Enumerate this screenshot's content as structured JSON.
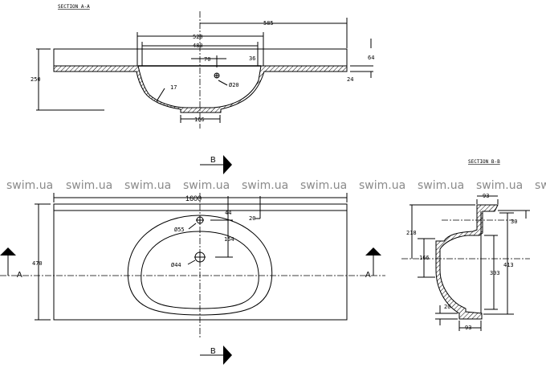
{
  "watermark": "swim.ua",
  "section_aa": {
    "title": "SECTION A-A",
    "dims": {
      "half_length": "585",
      "outer_width": "520",
      "inner_width": "480",
      "tap_offset": "70",
      "rim": "36",
      "top_height": "64",
      "slab": "24",
      "total_height": "250",
      "wall": "17",
      "drain_hole": "Ø20",
      "drain_width": "166"
    }
  },
  "plan": {
    "length": "1600",
    "depth": "470",
    "edge_offset": "20",
    "top_offset": "44",
    "hole_spacing": "154",
    "tap_hole": "Ø55",
    "drain_hole": "Ø44",
    "section_a_left": "A",
    "section_a_right": "A",
    "section_b_top": "B",
    "section_b_bottom": "B"
  },
  "section_bb": {
    "title": "SECTION B-B",
    "dims": {
      "top_flange": "93",
      "lip": "30",
      "height_to_center": "218",
      "drain_width": "166",
      "total_depth": "413",
      "bowl_depth": "303",
      "bottom_thickness": "20",
      "bottom_flange": "93"
    }
  }
}
